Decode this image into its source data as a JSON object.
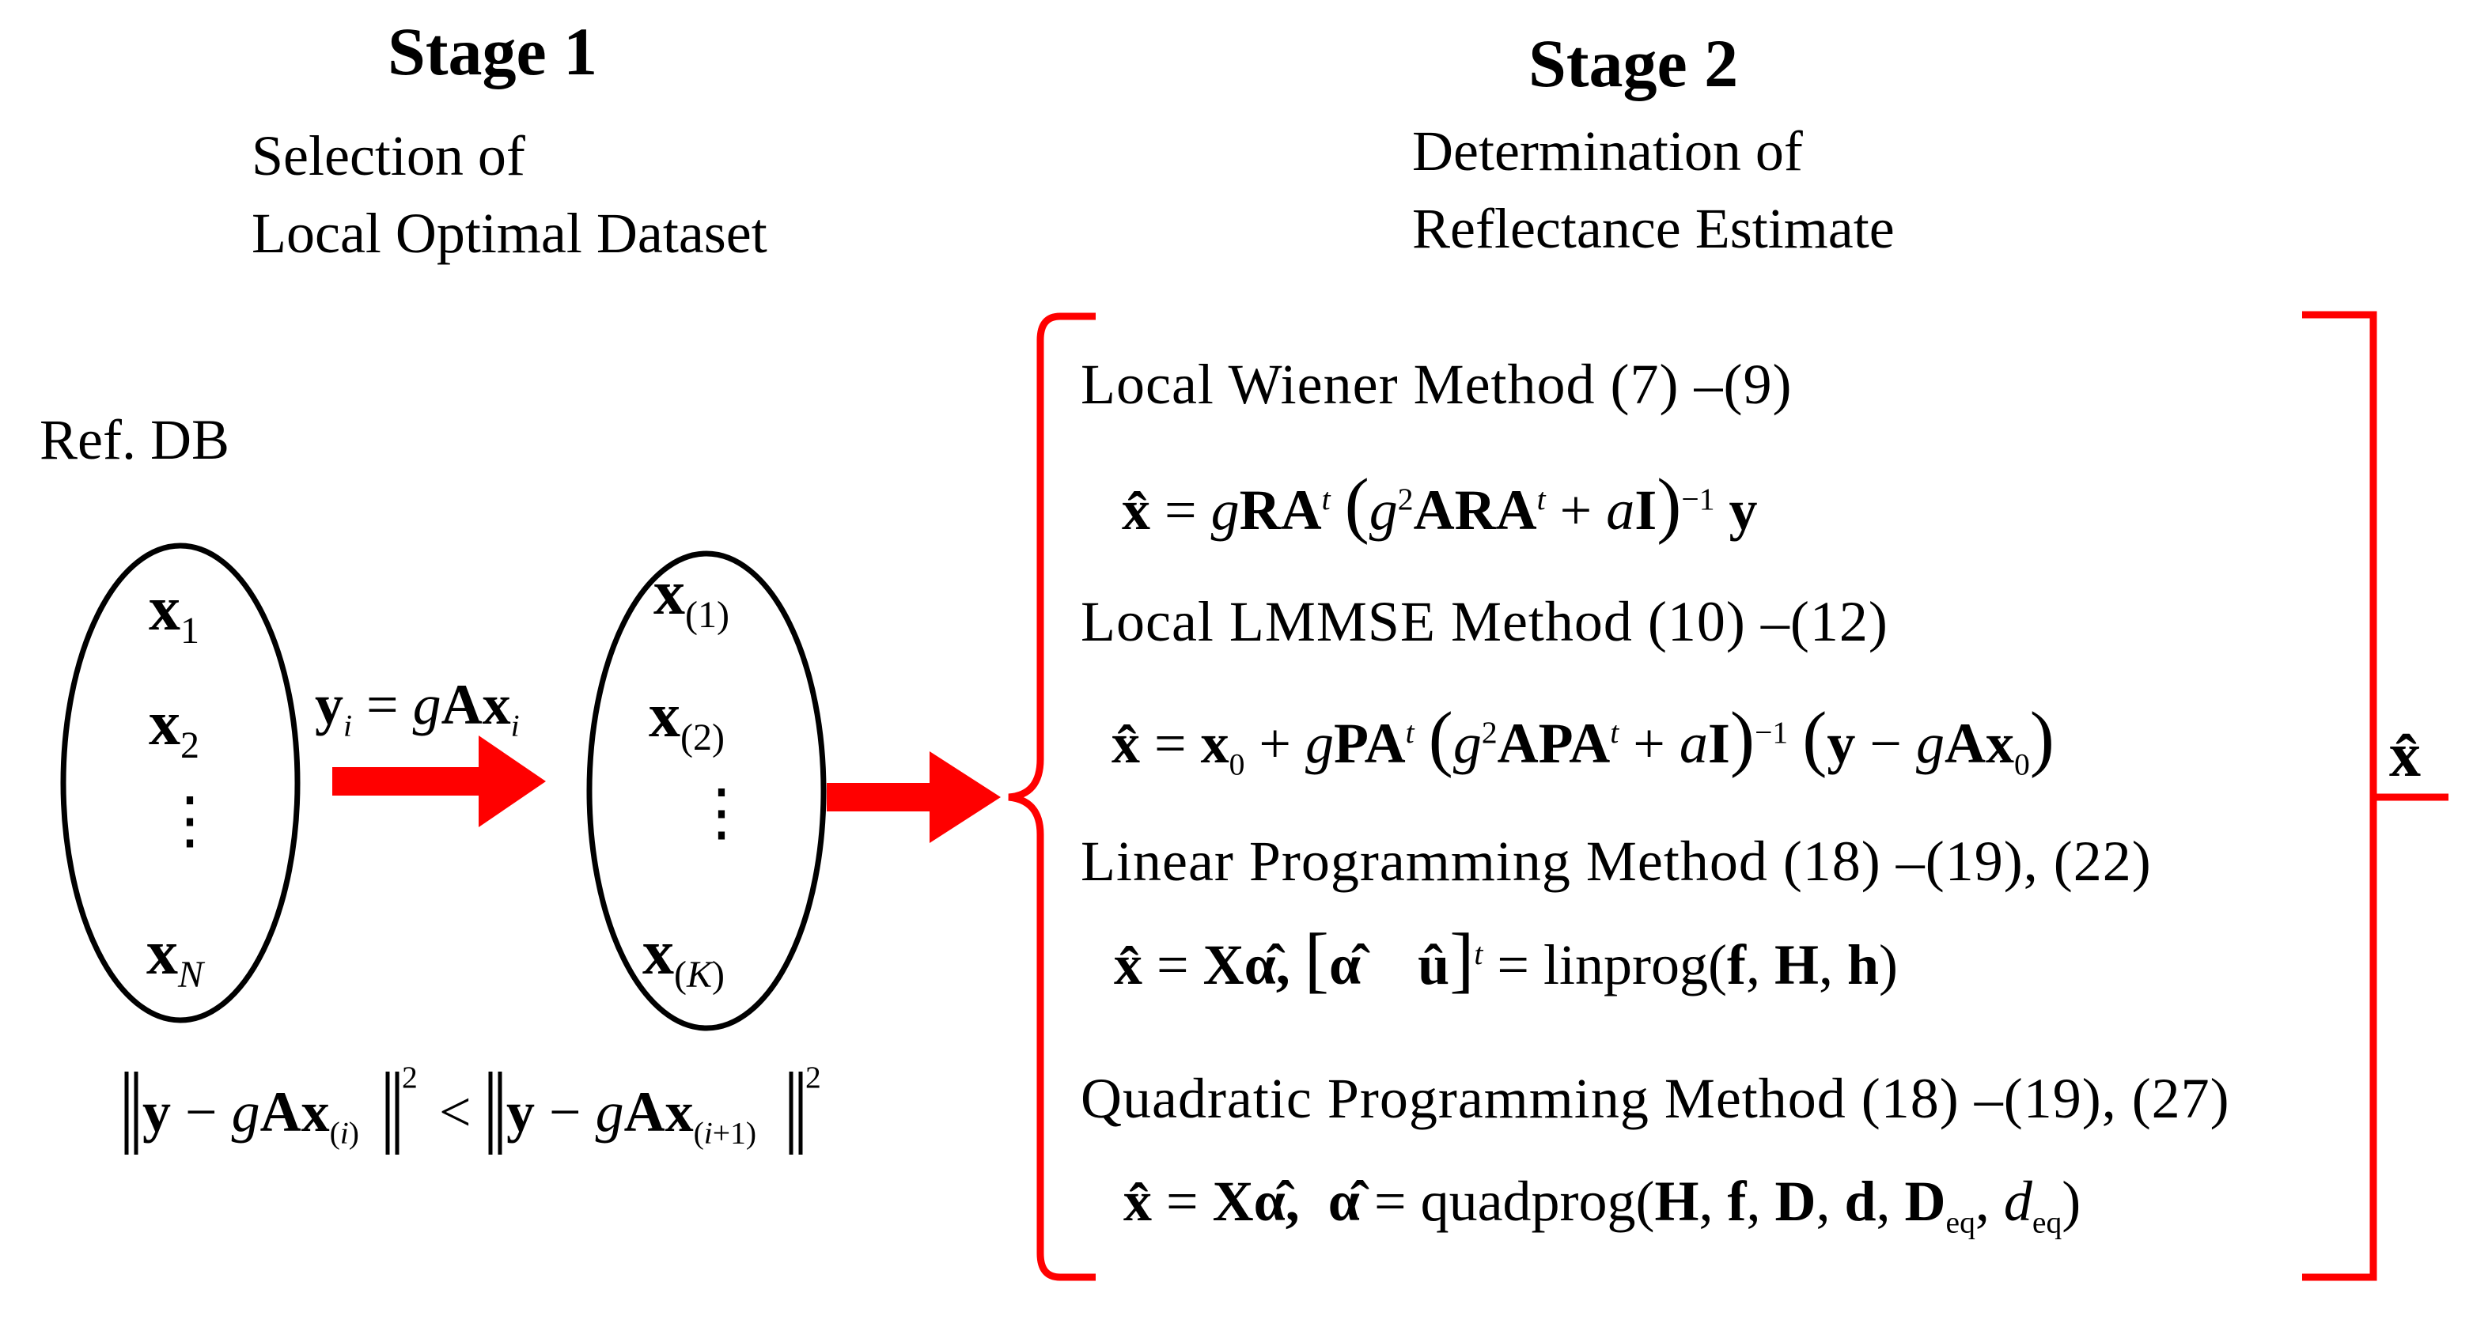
{
  "stage1": {
    "title": "Stage 1",
    "subtitle_line1": "Selection of",
    "subtitle_line2": "Local Optimal Dataset"
  },
  "stage2": {
    "title": "Stage 2",
    "subtitle_line1": "Determination of",
    "subtitle_line2": "Reflectance Estimate"
  },
  "ref_db_label": "Ref. DB",
  "left_set": {
    "items": [
      "x1",
      "x2",
      "⋮",
      "xN"
    ]
  },
  "mapping_equation": "y_i = gAx_i",
  "right_set": {
    "items": [
      "x(1)",
      "x(2)",
      "⋮",
      "x(K)"
    ]
  },
  "ordering_condition": "||y − gAx(i)||² < ||y − gAx(i+1)||²",
  "methods": [
    {
      "name": "Local Wiener Method (7) –(9)",
      "equation": "x̂ = gRAᵗ(g²ARAᵗ + aI)⁻¹ y"
    },
    {
      "name": "Local LMMSE Method (10) –(12)",
      "equation": "x̂ = x₀ + gPAᵗ(g²APAᵗ + aI)⁻¹(y − gAx₀)"
    },
    {
      "name": "Linear Programming Method (18) –(19), (22)",
      "equation": "x̂ = Xα̂, [α̂ û]ᵗ = linprog(f, H, h)"
    },
    {
      "name": "Quadratic Programming Method (18) –(19), (27)",
      "equation": "x̂ = Xα̂, α̂ = quadprog(H, f, D, d, Deq, deq)"
    }
  ],
  "output_label": "x̂",
  "colors": {
    "arrow": "#ff0000",
    "bracket": "#ff0000",
    "ink": "#000000"
  }
}
